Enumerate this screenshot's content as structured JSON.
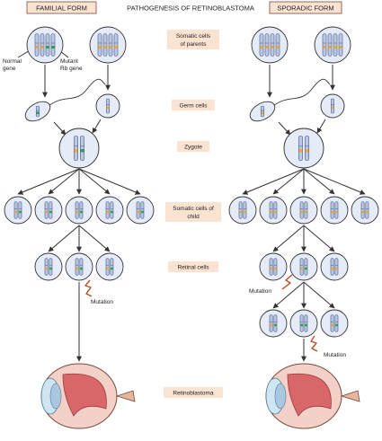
{
  "header": {
    "familial_label": "FAMILIAL FORM",
    "title": "PATHOGENESIS OF RETINOBLASTOMA",
    "sporadic_label": "SPORADIC FORM"
  },
  "stages": [
    {
      "label_line1": "Somatic cells",
      "label_line2": "of parents"
    },
    {
      "label_line1": "Germ cells",
      "label_line2": ""
    },
    {
      "label_line1": "Zygote",
      "label_line2": ""
    },
    {
      "label_line1": "Somatic cells of",
      "label_line2": "child"
    },
    {
      "label_line1": "Retinal cells",
      "label_line2": ""
    },
    {
      "label_line1": "Retinoblastoma",
      "label_line2": ""
    }
  ],
  "annotations": {
    "normal_gene_line1": "Normal",
    "normal_gene_line2": "gene",
    "mutant_gene_line1": "Mutant",
    "mutant_gene_line2": "Rb gene",
    "mutation": "Mutation"
  },
  "colors": {
    "normal_band": "#f0a830",
    "mutant_band": "#2e9e4a",
    "chromosome": "#b9c8e6",
    "cell_fill": "#e6ecf7",
    "label_box": "#fbe3d2",
    "eye_tissue": "#d9676a",
    "lightning": "#b0502a"
  }
}
